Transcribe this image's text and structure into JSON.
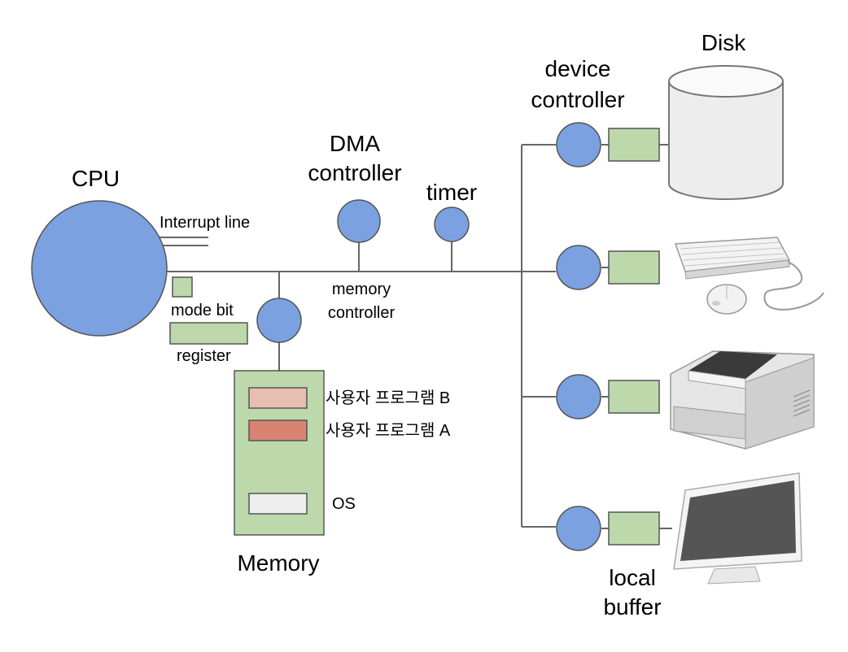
{
  "labels": {
    "cpu": "CPU",
    "interrupt_line": "Interrupt line",
    "mode_bit": "mode bit",
    "register": "register",
    "memory": "Memory",
    "memory_controller_1": "memory",
    "memory_controller_2": "controller",
    "dma_1": "DMA",
    "dma_2": "controller",
    "timer": "timer",
    "device_controller_1": "device",
    "device_controller_2": "controller",
    "disk": "Disk",
    "local_buffer_1": "local",
    "local_buffer_2": "buffer",
    "program_b": "사용자 프로그램 B",
    "program_a": "사용자 프로그램 A",
    "os": "OS"
  },
  "colors": {
    "node_blue": "#7ba1e1",
    "box_green": "#bdd9ac",
    "program_b": "#e6bfb3",
    "program_a": "#d98373",
    "os_box": "#eeeeee",
    "line": "#666666"
  },
  "icons": [
    "disk-cylinder-icon",
    "keyboard-mouse-icon",
    "printer-icon",
    "monitor-icon"
  ]
}
